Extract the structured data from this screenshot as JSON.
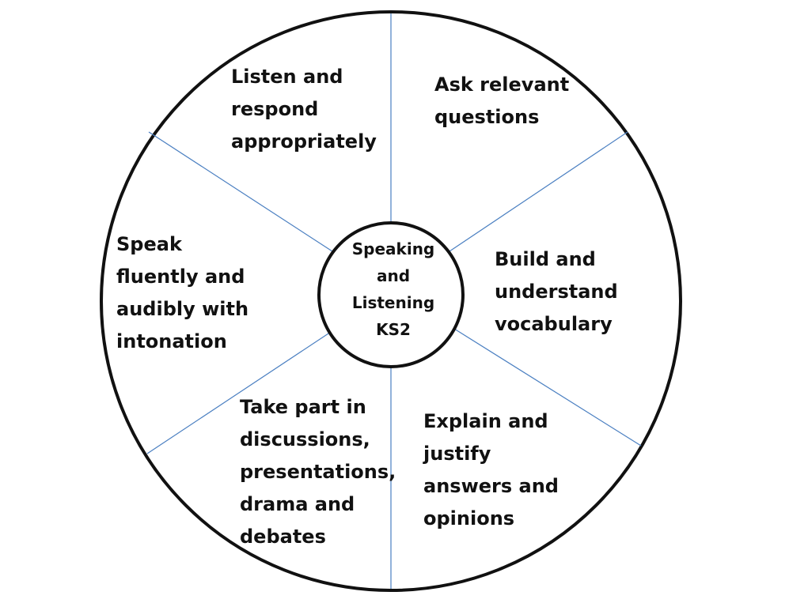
{
  "diagram": {
    "hub": {
      "label": "Speaking\nand\nListening\nKS2"
    },
    "segments": [
      {
        "id": "listen",
        "text": "Listen and\nrespond\nappropriately"
      },
      {
        "id": "ask",
        "text": "Ask relevant\nquestions"
      },
      {
        "id": "vocab",
        "text": "Build and\nunderstand\nvocabulary"
      },
      {
        "id": "explain",
        "text": "Explain and\njustify\nanswers and\nopinions"
      },
      {
        "id": "discuss",
        "text": "Take part in\ndiscussions,\npresentations,\ndrama and\ndebates"
      },
      {
        "id": "speak",
        "text": "Speak\nfluently and\naudibly with\nintonation"
      }
    ],
    "colors": {
      "outline": "#111111",
      "divider": "#4a7fc1",
      "background": "#ffffff",
      "text": "#111111"
    }
  }
}
